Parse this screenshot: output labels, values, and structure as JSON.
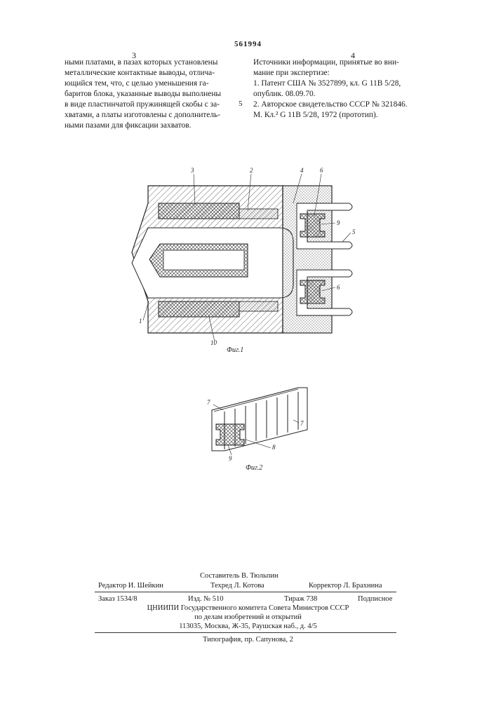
{
  "header": {
    "patent_number": "561994",
    "left_col_num": "3",
    "right_col_num": "4"
  },
  "left_column": [
    "ными платами, в пазах которых установлены",
    "металлические контактные выводы, отлича-",
    "ющийся тем, что, с целью уменьшения га-",
    "баритов блока, указанные выводы выполнены",
    "в виде пластинчатой пружинящей скобы с за-",
    "хватами, а платы изготовлены с дополнитель-",
    "ными пазами для фиксации захватов."
  ],
  "line_number": "5",
  "right_column": [
    "Источники информации, принятые во вни-",
    "мание при экспертизе:",
    "1. Патент США № 3527899, кл. G 11В 5/28,",
    "опублик. 08.09.70.",
    "2. Авторское свидетельство СССР № 321846.",
    "М. Кл.² G 11В 5/28, 1972 (прототип)."
  ],
  "figure1": {
    "caption": "Фиг.1",
    "labels": [
      "3",
      "2",
      "4",
      "6",
      "9",
      "5",
      "6",
      "1",
      "10"
    ]
  },
  "figure2": {
    "caption": "Фиг.2",
    "labels": [
      "7",
      "7",
      "9",
      "8"
    ]
  },
  "footer": {
    "compiler": "Составитель В. Тюльпин",
    "editor": "Редактор И. Шейкин",
    "techred": "Техред Л. Котова",
    "corrector": "Корректор Л. Брахнина",
    "order": "Заказ 1534/8",
    "edition": "Изд. № 510",
    "circulation": "Тираж 738",
    "subscription": "Подписное",
    "org1": "ЦНИИПИ Государственного комитета Совета Министров СССР",
    "org2": "по делам изобретений и открытий",
    "address": "113035, Москва, Ж-35, Раушская наб., д. 4/5",
    "printer": "Типография, пр. Сапунова, 2"
  }
}
